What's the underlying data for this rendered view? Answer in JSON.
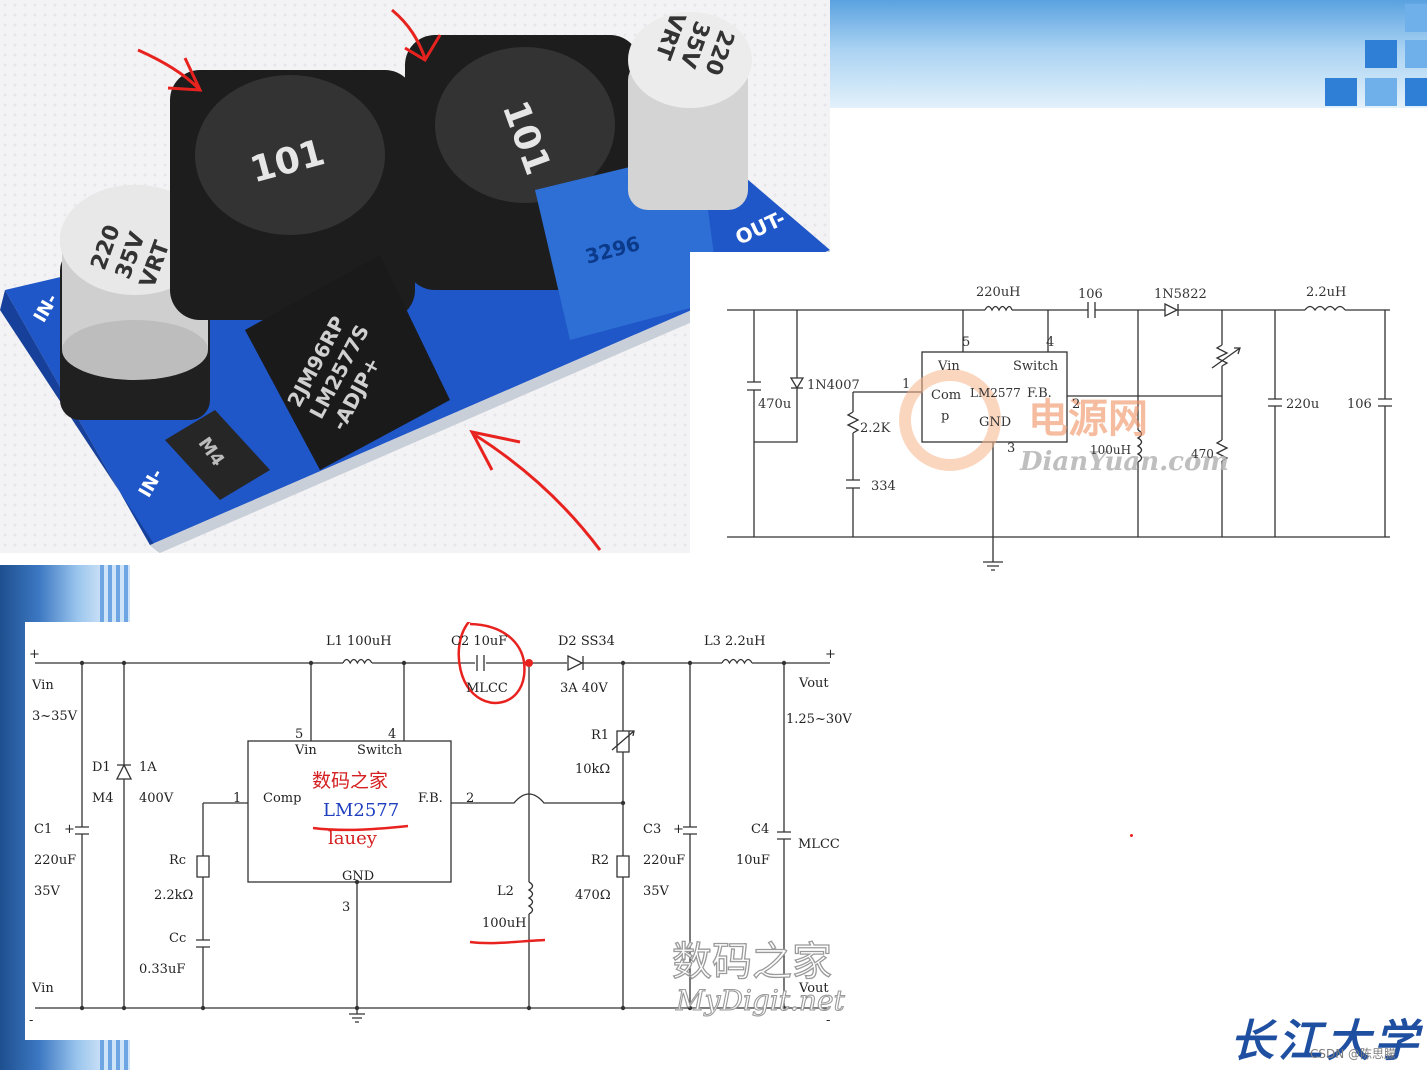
{
  "photo": {
    "inductor_1_marking": "101",
    "inductor_2_marking": "101",
    "cap_left_marking": [
      "220",
      "35V",
      "VRT"
    ],
    "cap_right_marking": [
      "220",
      "35V",
      "VRT"
    ],
    "ic_marking": [
      "2JM96RP",
      "LM2577S",
      "-ADJP+"
    ],
    "diode_marking": "M4",
    "pot_marking": "3296",
    "out_label": "OUT-",
    "in_label_1": "IN-",
    "in_label_2": "IN-"
  },
  "schematic_top": {
    "l1_label": "220uH",
    "c_label": "106",
    "d_label": "1N5822",
    "l2_label": "2.2uH",
    "d1_label": "1N4007",
    "c1_label": "470u",
    "pin1": "1",
    "pin5": "5",
    "pin4": "4",
    "pin2": "2",
    "pin3": "3",
    "ic_vin": "Vin",
    "ic_switch": "Switch",
    "ic_comp": "Com",
    "ic_comp2": "p",
    "ic_name": "LM2577",
    "ic_fb": "F.B.",
    "ic_gnd": "GND",
    "r_label": "2.2K",
    "c2_label": "334",
    "l3_label": "100uH",
    "r2_label": "470",
    "c3_label": "220u",
    "c4_label": "106",
    "watermark_cn": "电源网",
    "watermark_en": "DianYuan.com"
  },
  "schematic_bottom": {
    "vin_plus": "+",
    "vin_label": "Vin",
    "vin_range": "3~35V",
    "vin_bottom": "Vin",
    "vin_minus": "-",
    "d1_name": "D1",
    "d1_current": "1A",
    "d1_part": "M4",
    "d1_voltage": "400V",
    "c1_name": "C1",
    "c1_plus": "+",
    "c1_value": "220uF",
    "c1_voltage": "35V",
    "rc_name": "Rc",
    "rc_value": "2.2kΩ",
    "cc_name": "Cc",
    "cc_value": "0.33uF",
    "l1_label": "L1 100uH",
    "c2_label": "C2 10uF",
    "c2_type": "MLCC",
    "d2_label": "D2 SS34",
    "d2_rating": "3A 40V",
    "l3_label": "L3 2.2uH",
    "vout_plus": "+",
    "vout_label": "Vout",
    "vout_range": "1.25~30V",
    "vout_bottom": "Vout",
    "vout_minus": "-",
    "pin5": "5",
    "pin4": "4",
    "pin1": "1",
    "pin2": "2",
    "pin3": "3",
    "ic_vin": "Vin",
    "ic_switch": "Switch",
    "ic_comp": "Comp",
    "ic_fb": "F.B.",
    "ic_gnd": "GND",
    "ic_brand_cn": "数码之家",
    "ic_name": "LM2577",
    "ic_author": "lauey",
    "r1_name": "R1",
    "r1_value": "10kΩ",
    "r2_name": "R2",
    "r2_value": "470Ω",
    "l2_name": "L2",
    "l2_value": "100uH",
    "c3_name": "C3",
    "c3_plus": "+",
    "c3_value": "220uF",
    "c3_voltage": "35V",
    "c4_name": "C4",
    "c4_value": "10uF",
    "c4_type": "MLCC",
    "watermark_cn": "数码之家",
    "watermark_en": "MyDigit.net"
  },
  "footer": {
    "credit": "CSDN @陈思朦",
    "logo": "长江大学"
  },
  "colors": {
    "annotation_red": "#e8231f",
    "slide_blue": "#2f7fd6",
    "ic_brand_blue": "#1f3fbf",
    "pcb_blue": "#1f56c8"
  }
}
